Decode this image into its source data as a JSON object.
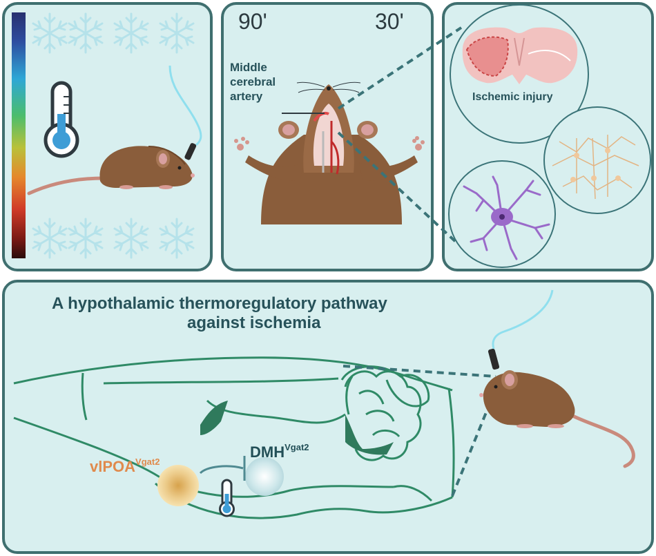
{
  "panel_timing": {
    "occlusion_time": "90'",
    "reperfusion_time": "30'"
  },
  "labels": {
    "artery_line1": "Middle",
    "artery_line2": "cerebral",
    "artery_line3": "artery",
    "ischemic_injury": "Ischemic injury",
    "title_line1": "A hypothalamic thermoregulatory pathway",
    "title_line2": "against ischemia",
    "vlpoa_main": "vlPOA",
    "vlpoa_sup": "Vgat2",
    "dmh_main": "DMH",
    "dmh_sup": "Vgat2"
  },
  "colors": {
    "panel_bg": "#d8efef",
    "panel_border": "#3f6f6f",
    "brain_outline": "#2f8a66",
    "dashed_line": "#3b7478",
    "title_text": "#27525a",
    "vlpoa_text": "#e08a4c",
    "dmh_text": "#224f57",
    "mouse_fur": "#8a5d3b",
    "snowflake": "#b5e2ea",
    "neuron": "#9a6ac9",
    "astro": "#e3b483"
  },
  "icons": {
    "snowflake": "snowflake-icon",
    "thermometer": "thermometer-icon",
    "mouse": "mouse-icon",
    "neuron": "neuron-icon",
    "probe": "fiber-optic-probe-icon"
  }
}
